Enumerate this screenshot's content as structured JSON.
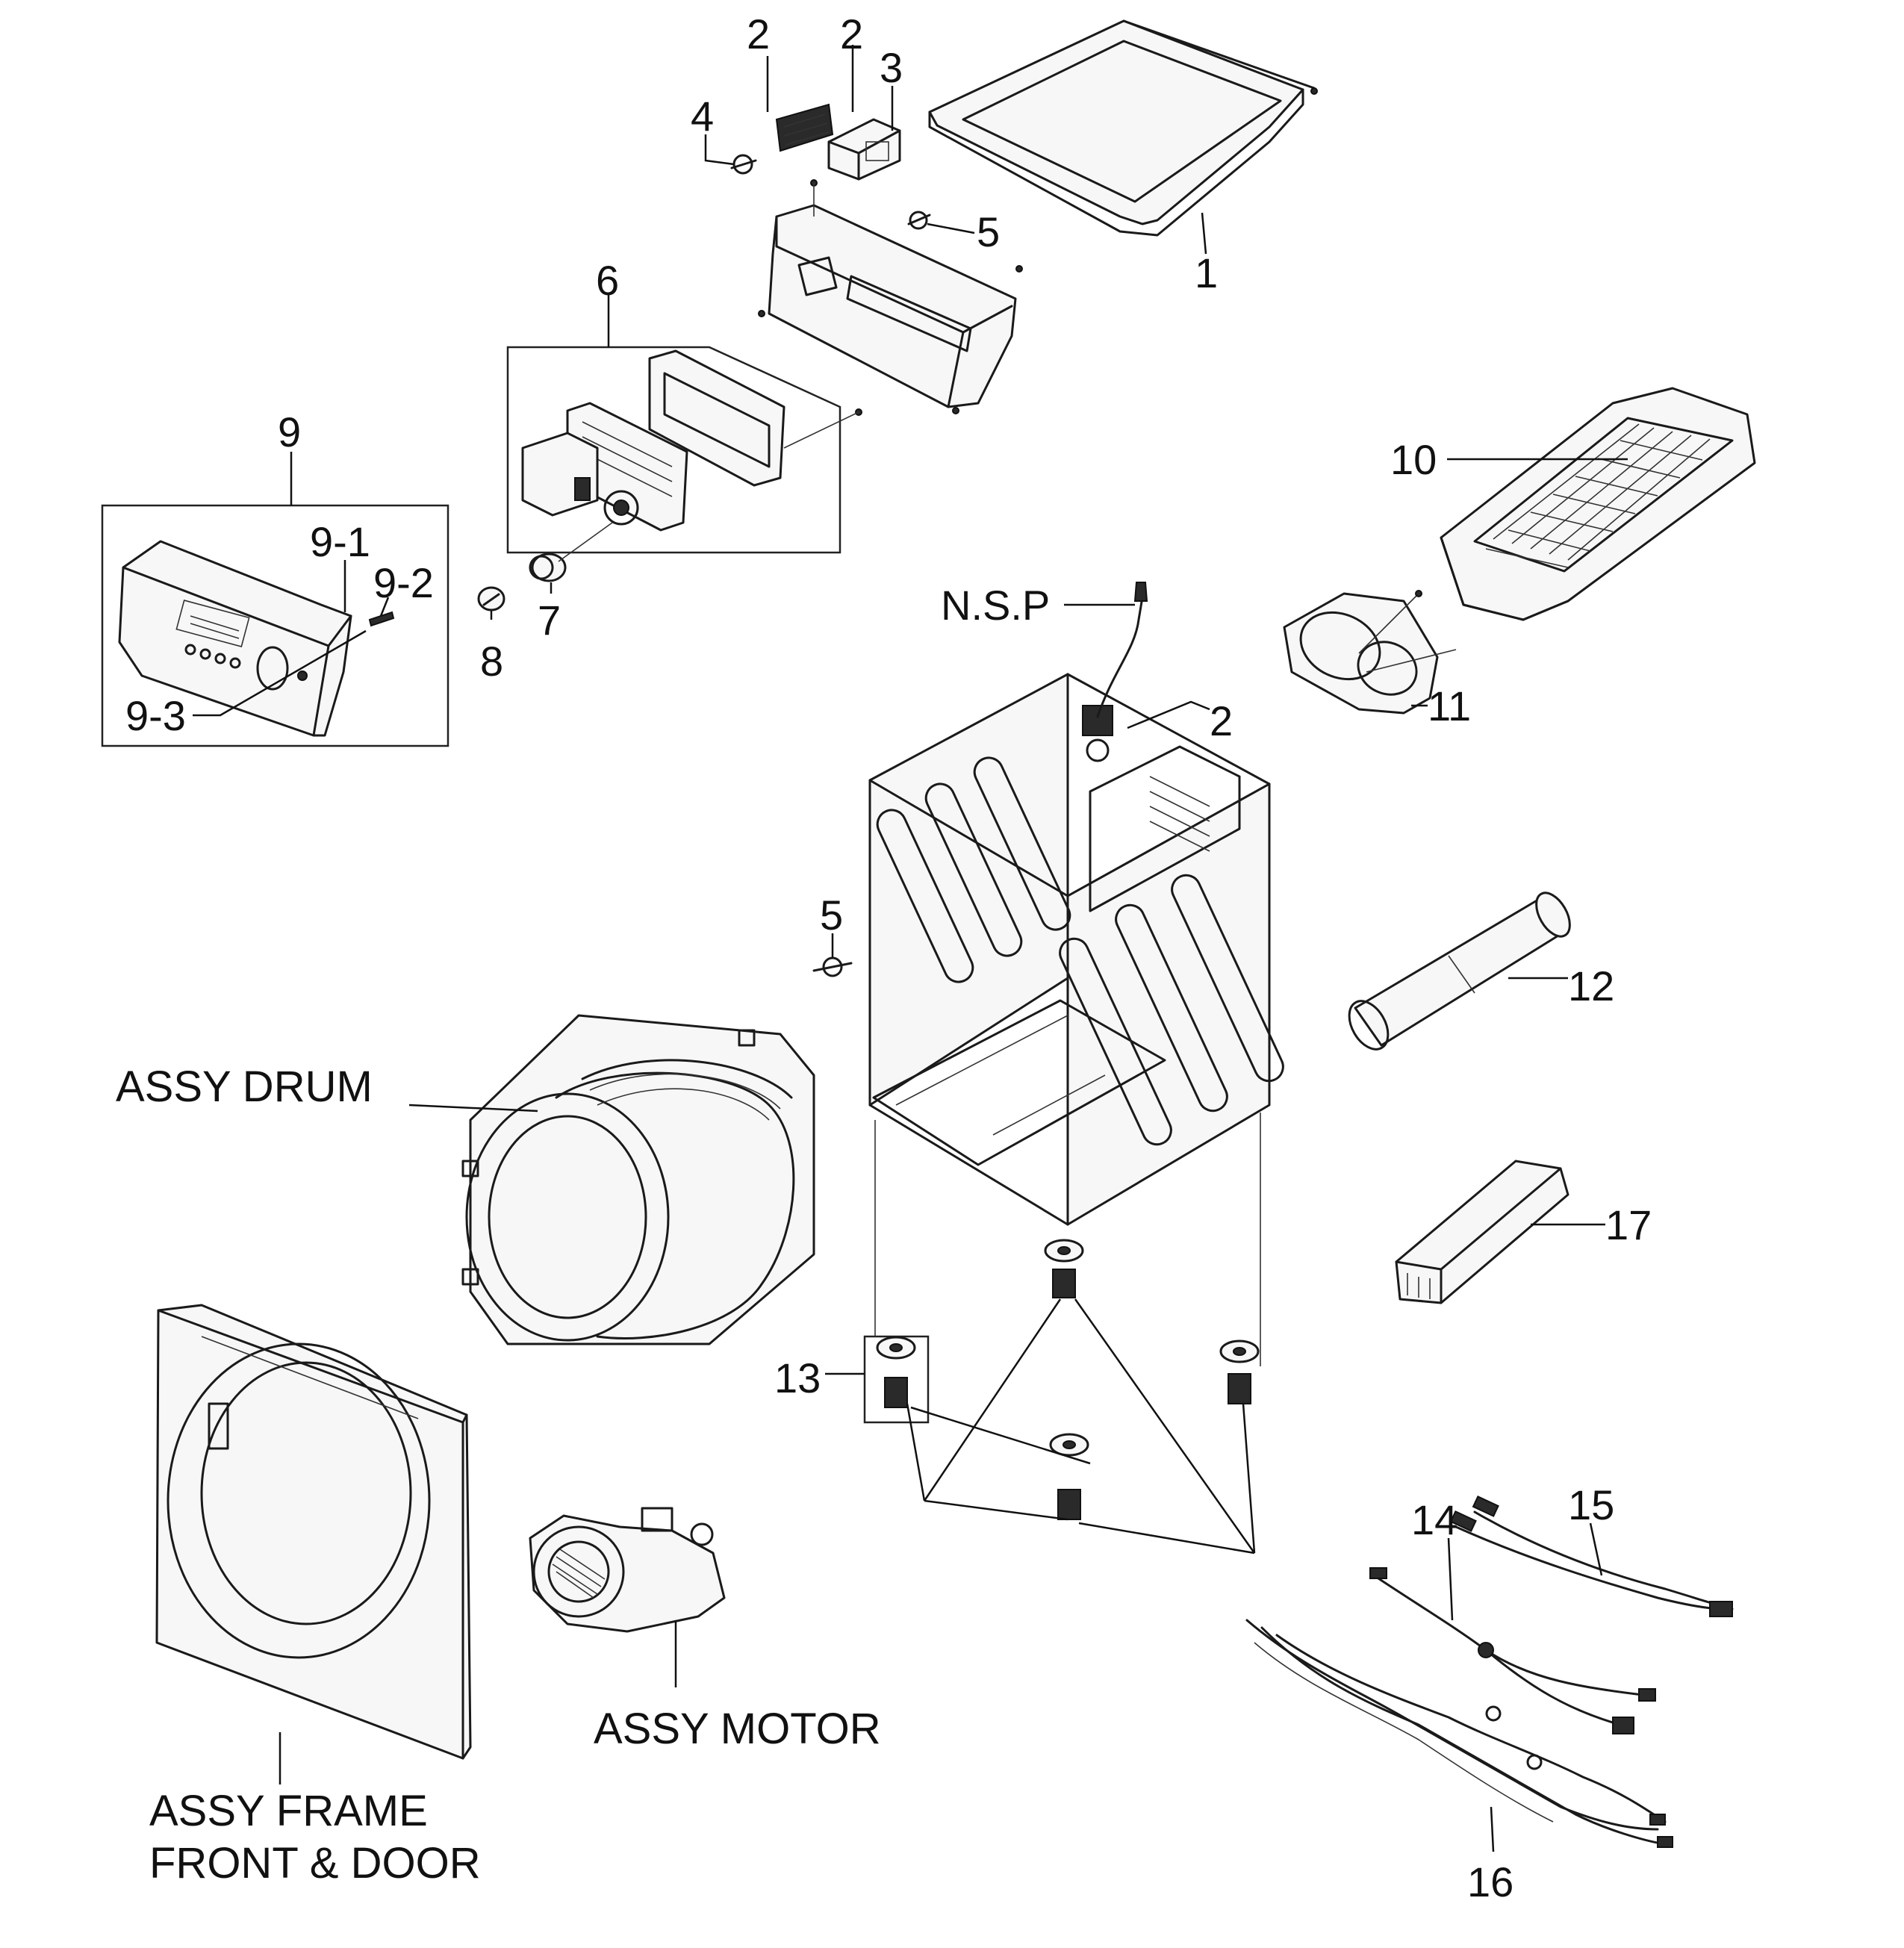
{
  "labels": {
    "top_cover": "1",
    "filter_left": "2",
    "bracket": "2",
    "switch": "3",
    "clip_upper_left": "4",
    "clip_upper_right": "5",
    "pcb_assy": "6",
    "knob": "7",
    "button": "8",
    "control_panel": "9",
    "panel_part_1": "9-1",
    "panel_part_2": "9-2",
    "panel_part_3": "9-3",
    "lint_filter": "10",
    "filter_housing": "11",
    "power_cord": "N.S.P",
    "cabinet_bracket": "2",
    "duct": "12",
    "clip_cabinet": "5",
    "foot_assy": "13",
    "heater": "17",
    "harness_14": "14",
    "harness_15": "15",
    "harness_16": "16",
    "assy_drum": "ASSY DRUM",
    "assy_motor": "ASSY MOTOR",
    "assy_frame_line1": "ASSY FRAME",
    "assy_frame_line2": "FRONT & DOOR"
  }
}
